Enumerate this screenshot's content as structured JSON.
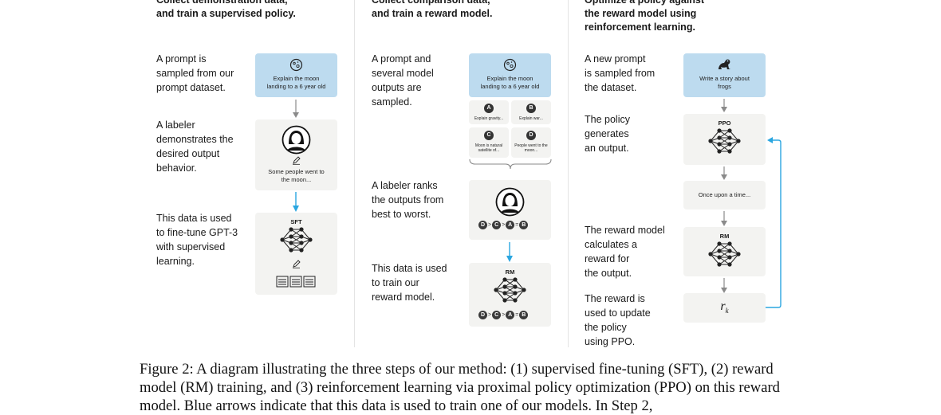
{
  "steps": [
    {
      "heading_line1": "Collect demonstration data,",
      "heading_line2": "and train a supervised policy.",
      "text1": [
        "A prompt is",
        "sampled from our",
        "prompt dataset."
      ],
      "card1": "Explain the moon landing to a 6 year old",
      "text2": [
        "A labeler",
        "demonstrates the",
        "desired output",
        "behavior."
      ],
      "card2": "Some people went to the moon...",
      "text3": [
        "This data is used",
        "to fine-tune GPT-3",
        "with supervised",
        "learning."
      ],
      "card3_label": "SFT"
    },
    {
      "heading_line1": "Collect comparison data,",
      "heading_line2": "and train a reward model.",
      "text1": [
        "A prompt and",
        "several model",
        "outputs are",
        "sampled."
      ],
      "card1": "Explain the moon landing to a 6 year old",
      "outputs": [
        {
          "letter": "A",
          "text": "Explain gravity..."
        },
        {
          "letter": "B",
          "text": "Explain war..."
        },
        {
          "letter": "C",
          "text": "Moon is natural satellite of..."
        },
        {
          "letter": "D",
          "text": "People went to the moon..."
        }
      ],
      "text2": [
        "A labeler ranks",
        "the outputs from",
        "best to worst."
      ],
      "ranking": [
        "D",
        ">",
        "C",
        ">",
        "A",
        "=",
        "B"
      ],
      "text3": [
        "This data is used",
        "to train our",
        "reward model."
      ],
      "card3_label": "RM"
    },
    {
      "heading_line1": "Optimize a policy against",
      "heading_line2": "the reward model using",
      "heading_line3": "reinforcement learning.",
      "text1": [
        "A new prompt",
        "is sampled from",
        "the dataset."
      ],
      "card1": "Write a story about frogs",
      "text2": [
        "The policy",
        "generates",
        "an output."
      ],
      "policy_label": "PPO",
      "output_text": "Once upon a time...",
      "text3": [
        "The reward model",
        "calculates a",
        "reward for",
        "the output."
      ],
      "rm_label": "RM",
      "text4": [
        "The reward is",
        "used to update",
        "the policy",
        "using PPO."
      ],
      "reward_symbol": "r",
      "reward_sub": "k"
    }
  ],
  "caption": "Figure 2: A diagram illustrating the three steps of our method: (1) supervised fine-tuning (SFT), (2) reward model (RM) training, and (3) reinforcement learning via proximal policy optimization (PPO) on this reward model. Blue arrows indicate that this data is used to train one of our models. In Step 2,",
  "colors": {
    "card": "#f3f3f1",
    "prompt_card": "#bddbef",
    "blue_arrow": "#2aa6e0",
    "gray_arrow": "#8a8a8a"
  }
}
